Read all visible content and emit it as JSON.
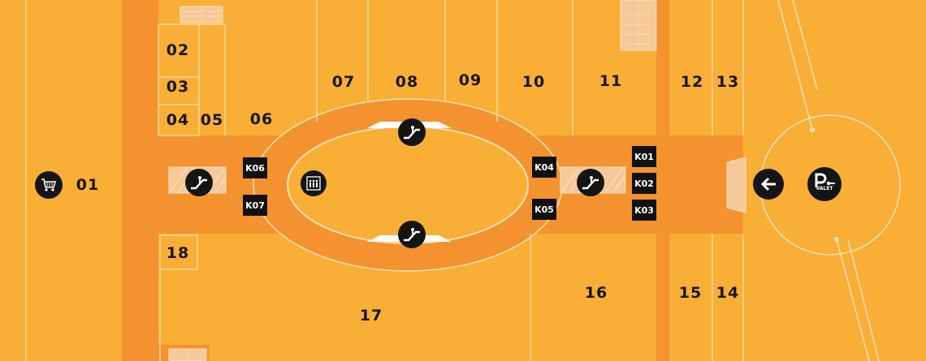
{
  "colors": {
    "store": "#f9ae36",
    "corridor": "#f3922f",
    "line": "#fbe3b6",
    "icon_bg": "#151515",
    "kiosk_bg": "#111111"
  },
  "stores": [
    {
      "id": "01",
      "label": "01"
    },
    {
      "id": "02",
      "label": "02"
    },
    {
      "id": "03",
      "label": "03"
    },
    {
      "id": "04",
      "label": "04"
    },
    {
      "id": "05",
      "label": "05"
    },
    {
      "id": "06",
      "label": "06"
    },
    {
      "id": "07",
      "label": "07"
    },
    {
      "id": "08",
      "label": "08"
    },
    {
      "id": "09",
      "label": "09"
    },
    {
      "id": "10",
      "label": "10"
    },
    {
      "id": "11",
      "label": "11"
    },
    {
      "id": "12",
      "label": "12"
    },
    {
      "id": "13",
      "label": "13"
    },
    {
      "id": "14",
      "label": "14"
    },
    {
      "id": "15",
      "label": "15"
    },
    {
      "id": "16",
      "label": "16"
    },
    {
      "id": "17",
      "label": "17"
    },
    {
      "id": "18",
      "label": "18"
    }
  ],
  "kiosks": [
    {
      "id": "k01",
      "label": "K01"
    },
    {
      "id": "k02",
      "label": "K02"
    },
    {
      "id": "k03",
      "label": "K03"
    },
    {
      "id": "k04",
      "label": "K04"
    },
    {
      "id": "k05",
      "label": "K05"
    },
    {
      "id": "k06",
      "label": "K06"
    },
    {
      "id": "k07",
      "label": "K07"
    }
  ],
  "icons": {
    "supermarket": "shopping-cart-icon",
    "escalator": "escalator-icon",
    "elevator": "elevator-icon",
    "entrance": "arrow-left-icon",
    "valet": "valet-parking-icon"
  },
  "valet_text": "VALET"
}
